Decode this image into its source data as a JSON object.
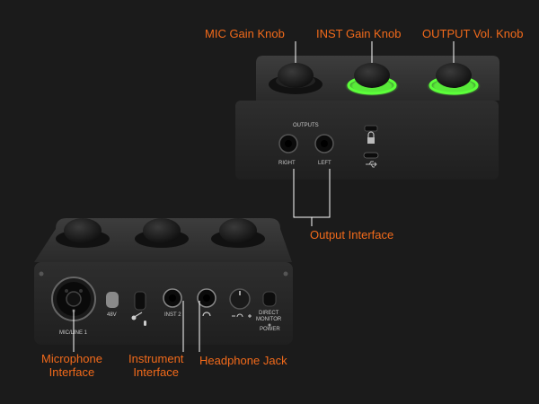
{
  "labels": {
    "mic_gain_knob": "MIC Gain Knob",
    "inst_gain_knob": "INST Gain Knob",
    "output_vol_knob": "OUTPUT Vol. Knob",
    "output_interface": "Output Interface",
    "microphone_interface_line1": "Microphone",
    "microphone_interface_line2": "Interface",
    "instrument_interface_line1": "Instrument",
    "instrument_interface_line2": "Interface",
    "headphone_jack": "Headphone Jack"
  },
  "rear_panel": {
    "outputs": "OUTPUTS",
    "right": "RIGHT",
    "left": "LEFT"
  },
  "front_panel": {
    "mic_line": "MIC/LINE 1",
    "phantom": "48V",
    "inst2": "INST 2",
    "direct_line1": "DIRECT",
    "direct_line2": "MONITOR",
    "power": "POWER"
  },
  "colors": {
    "accent": "#f26a1b",
    "ring_glow": "#5cff3a",
    "background": "#1b1b1b"
  }
}
